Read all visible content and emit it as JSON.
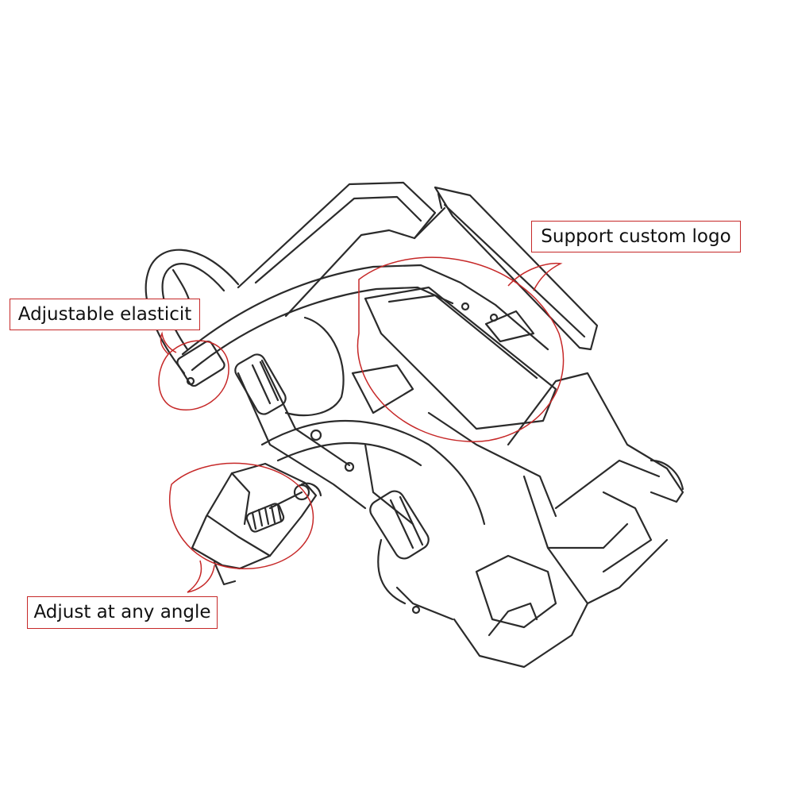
{
  "callouts": {
    "custom_logo": "Support custom logo",
    "elasticity": "Adjustable elasticit",
    "angle": "Adjust at any angle"
  },
  "colors": {
    "highlight": "#c62828",
    "sketch_line": "#2b2b2b",
    "background": "#ffffff"
  }
}
